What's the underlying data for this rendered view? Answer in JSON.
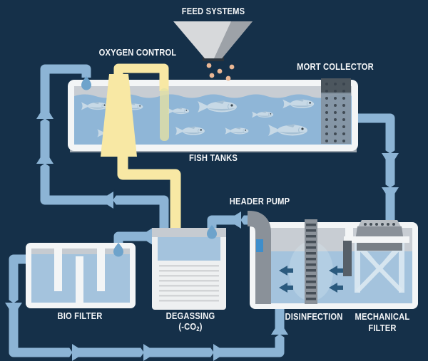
{
  "labels": {
    "feed_systems": "FEED SYSTEMS",
    "oxygen_control": "OXYGEN CONTROL",
    "mort_collector": "MORT COLLECTOR",
    "fish_tanks": "FISH TANKS",
    "header_pump": "HEADER PUMP",
    "bio_filter": "BIO FILTER",
    "degassing": "DEGASSING",
    "degassing_formula_pre": "(-CO",
    "degassing_formula_sub": "2",
    "degassing_formula_post": ")",
    "disinfection": "DISINFECTION",
    "mechanical_filter_line1": "MECHANICAL",
    "mechanical_filter_line2": "FILTER"
  },
  "colors": {
    "background": "#153049",
    "pipe": "#8cb4d5",
    "oxygen_pipe": "#f8e8a4",
    "oxygen_diffuser": "#e4e1a4",
    "tank_border": "#f3f5f6",
    "tank_air": "#c8cdd3",
    "tank_water": "#8fb6d7",
    "unit_water": "#a4c3dd",
    "water_drop": "#6ea3cb",
    "flow_arrow_dark": "#2b5a7e",
    "label_text": "#f4f6f8",
    "fish_body": "#c7d9e6",
    "fish_shade": "#a6c0d4",
    "fish_eye": "#3a4750",
    "feed_pellet": "#eab795",
    "funnel_light": "#d7d9db",
    "funnel_dark": "#9da2a8",
    "funnel_throat": "#2a333c",
    "mort_panel_top": "#4c565e",
    "mort_panel": "#8494a2",
    "mort_dot": "#39434d",
    "metal_gray": "#8a9199",
    "metal_gray_light": "#b7bdc3",
    "metal_gray_dark": "#787f86",
    "slat_dark": "#454e57",
    "post_dark": "#565f68",
    "frame_light": "#dce9f2",
    "pump_blue": "#3e8ecb",
    "tank_shadow": "#99a2ab",
    "degassing_line": "#d2d4d6",
    "unit_body": "#eef0f1",
    "unit_strip": "#c6cbd1",
    "glow": "#d8e9f3"
  }
}
